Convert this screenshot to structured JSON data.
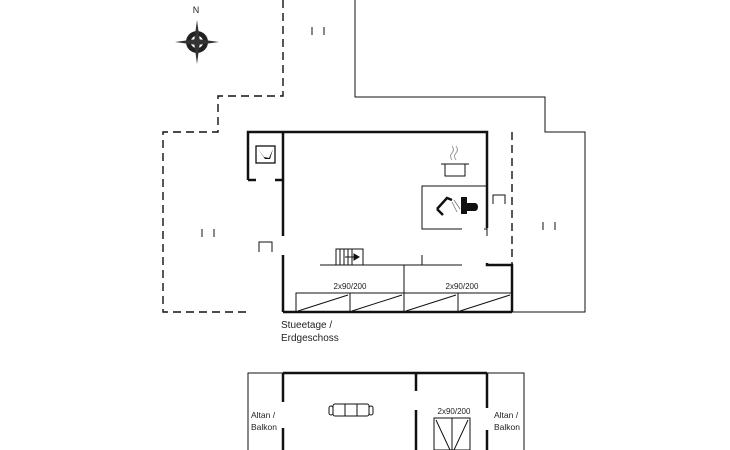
{
  "compass": {
    "north_label": "N"
  },
  "ground_floor": {
    "label_line1": "Stueetage /",
    "label_line2": "Erdgeschoss",
    "bed_labels": [
      "2x90/200",
      "2x90/200"
    ]
  },
  "upper_floor": {
    "balcony_left_line1": "Altan /",
    "balcony_left_line2": "Balkon",
    "balcony_right_line1": "Altan /",
    "balcony_right_line2": "Balkon",
    "bed_label": "2x90/200"
  }
}
